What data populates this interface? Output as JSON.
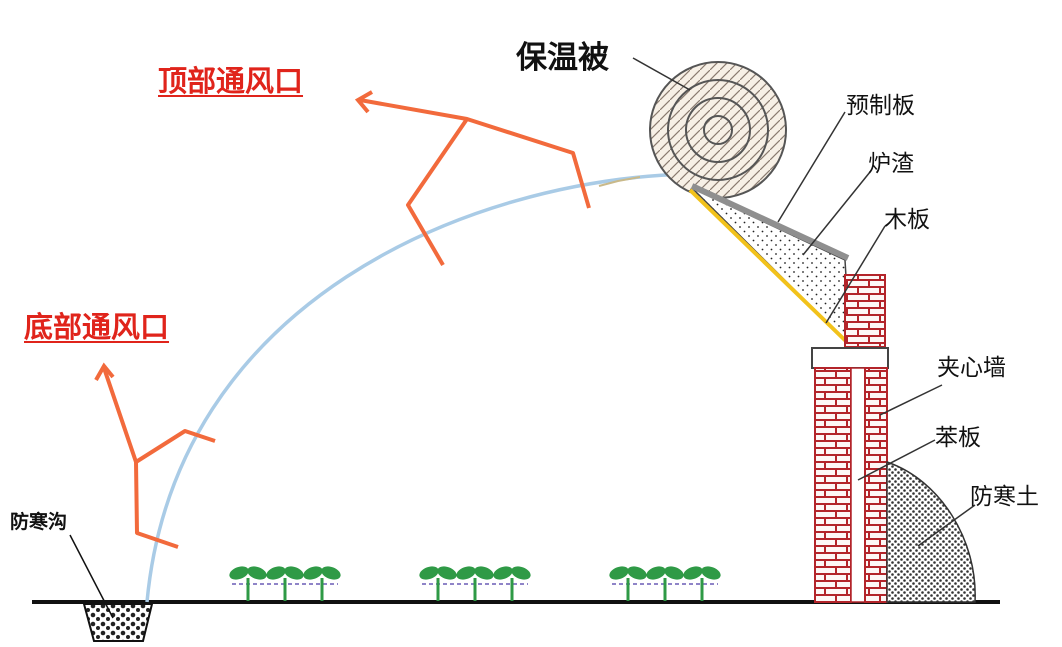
{
  "labels": {
    "top_vent": "顶部通风口",
    "bottom_vent": "底部通风口",
    "insulation_quilt": "保温被",
    "precast_slab": "预制板",
    "cinder": "炉渣",
    "wood_board": "木板",
    "cavity_wall": "夹心墙",
    "polystyrene_board": "苯板",
    "frost_soil": "防寒土",
    "frost_trench": "防寒沟"
  },
  "colors": {
    "vent_arrow": "#f26a3c",
    "vent_label": "#e0241b",
    "film": "#a9cbe6",
    "brick": "#b3242a",
    "seedling": "#2f9a46",
    "wood": "#f2c21b"
  }
}
